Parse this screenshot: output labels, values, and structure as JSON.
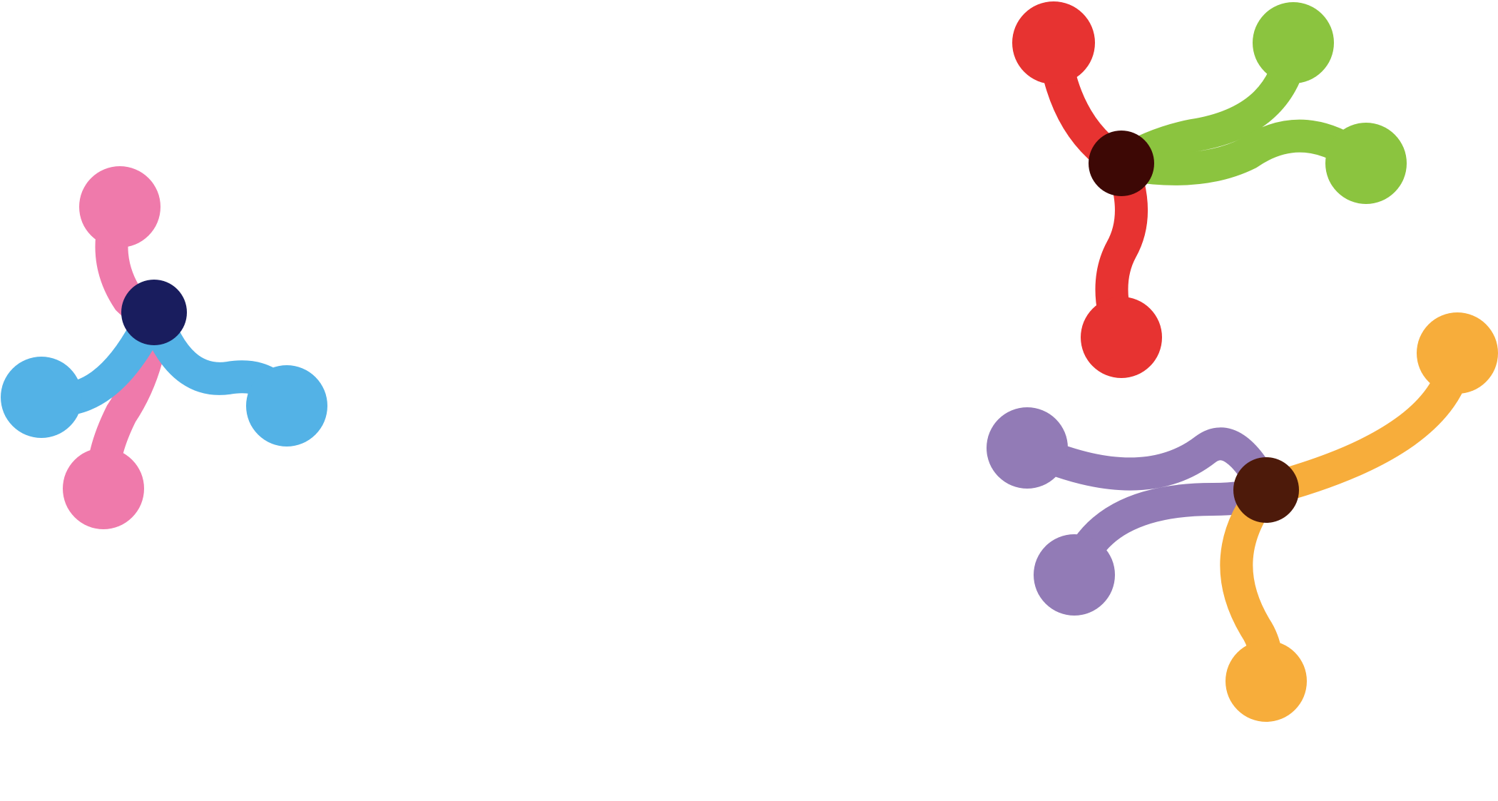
{
  "colors": {
    "background": "#ffffff",
    "red": "#e73331",
    "green": "#8bc43f",
    "red_green_core": "#3d0805",
    "pink": "#ef7aab",
    "blue": "#53b2e6",
    "pink_blue_core": "#191d5e",
    "purple": "#927bb6",
    "orange": "#f7ad3b",
    "purple_orange_core": "#4d1a0a"
  },
  "graphics": {
    "motifs": [
      {
        "name": "red-green-molecule",
        "arms": [
          "red",
          "red",
          "green",
          "green"
        ]
      },
      {
        "name": "pink-blue-molecule",
        "arms": [
          "pink",
          "pink",
          "blue",
          "blue"
        ]
      },
      {
        "name": "purple-orange-molecule",
        "arms": [
          "purple",
          "purple",
          "orange",
          "orange"
        ]
      }
    ]
  }
}
